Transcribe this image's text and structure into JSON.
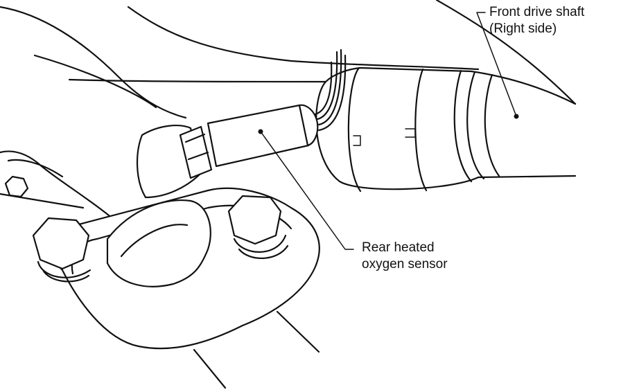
{
  "labels": {
    "front_drive_shaft": {
      "line1": "Front drive shaft",
      "line2": "(Right side)"
    },
    "rear_sensor": {
      "line1": "Rear heated",
      "line2": "oxygen sensor"
    }
  }
}
